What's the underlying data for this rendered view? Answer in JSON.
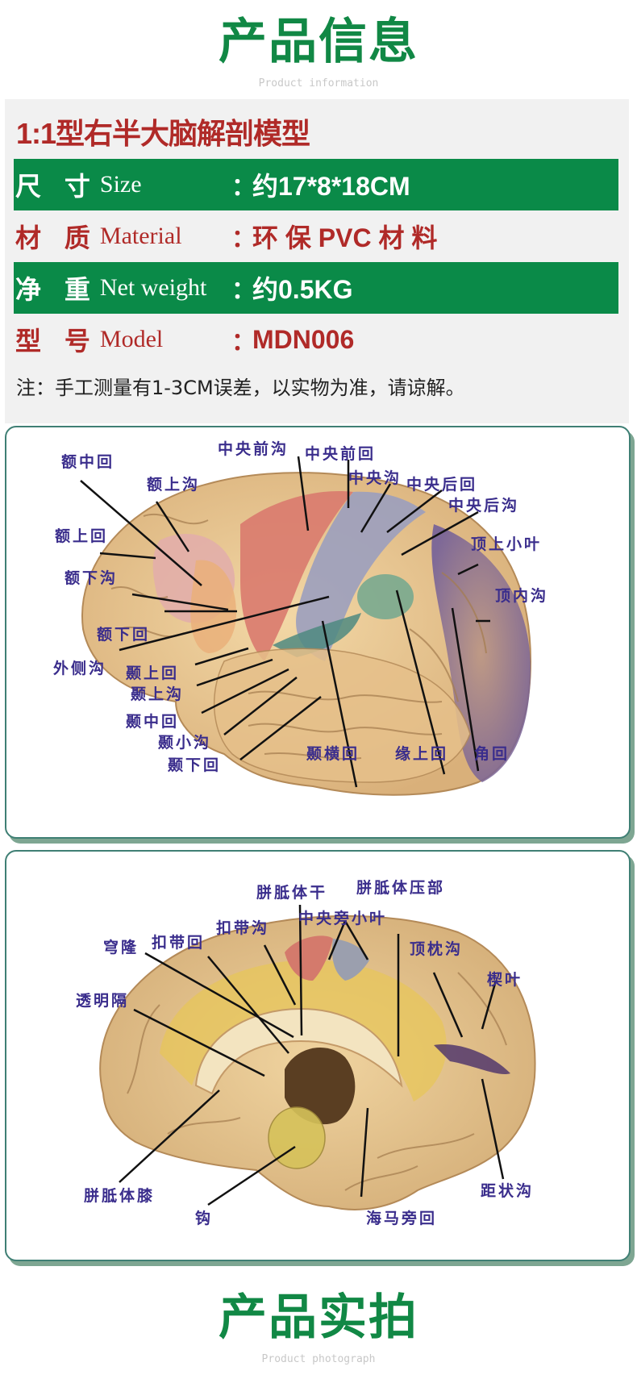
{
  "header": {
    "title": "产品信息",
    "subtitle": "Product information"
  },
  "product": {
    "name": "1:1型右半大脑解剖模型",
    "specs": [
      {
        "label_cn": "尺 寸",
        "label_en": "Size",
        "colon": "：",
        "value": "约17*8*18CM",
        "style": "green"
      },
      {
        "label_cn": "材 质",
        "label_en": "Material",
        "colon": "：",
        "value": "环 保 PVC 材 料",
        "style": "plain"
      },
      {
        "label_cn": "净 重",
        "label_en": "Net weight",
        "colon": "：",
        "value": "约0.5KG",
        "style": "green"
      },
      {
        "label_cn": "型 号",
        "label_en": "Model",
        "colon": "：",
        "value": "MDN006",
        "style": "plain"
      }
    ],
    "note": "注：手工测量有1-3CM误差，以实物为准，请谅解。"
  },
  "colors": {
    "accent_green": "#0a8a48",
    "title_green": "#118845",
    "accent_red": "#b02a28",
    "label_purple": "#3a2d8c",
    "card_border": "#3f7f74"
  },
  "lateral_view": {
    "labels": [
      "额中回",
      "额上沟",
      "额上回",
      "额下沟",
      "额下回",
      "中央前沟",
      "中央前回",
      "中央沟",
      "中央后回",
      "中央后沟",
      "顶上小叶",
      "顶内沟",
      "外侧沟",
      "颞上回",
      "颞上沟",
      "颞中回",
      "颞小沟",
      "颞下回",
      "颞横回",
      "缘上回",
      "角回"
    ]
  },
  "medial_view": {
    "labels": [
      "胼胝体干",
      "胼胝体压部",
      "中央旁小叶",
      "穹隆",
      "扣带回",
      "扣带沟",
      "顶枕沟",
      "楔叶",
      "透明隔",
      "胼胝体膝",
      "钩",
      "海马旁回",
      "距状沟"
    ]
  },
  "footer": {
    "title": "产品实拍",
    "subtitle": "Product photograph"
  }
}
